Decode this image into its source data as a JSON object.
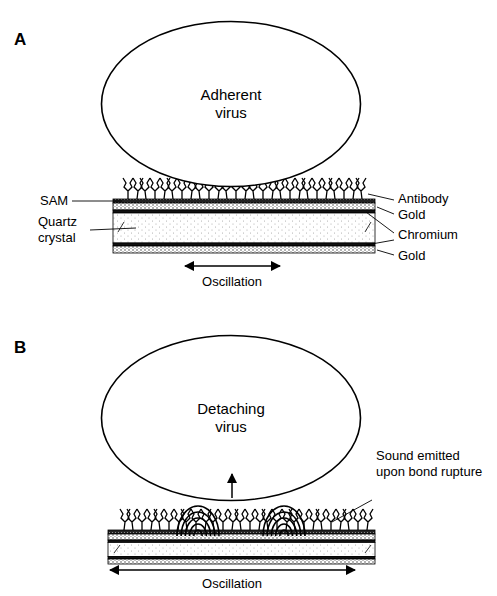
{
  "diagram": {
    "nodes": [
      {
        "text": [
          "Adherent virus"
        ]
      },
      {
        "text": [
          "Detaching virus"
        ]
      }
    ],
    "labels": [
      "A",
      "SAM",
      "Antibody",
      "Gold",
      "Quartz crystal",
      "Chromium",
      "Gold",
      "Oscillation",
      "B",
      "Sound emitted upon bond rupture",
      "Oscillation"
    ]
  }
}
